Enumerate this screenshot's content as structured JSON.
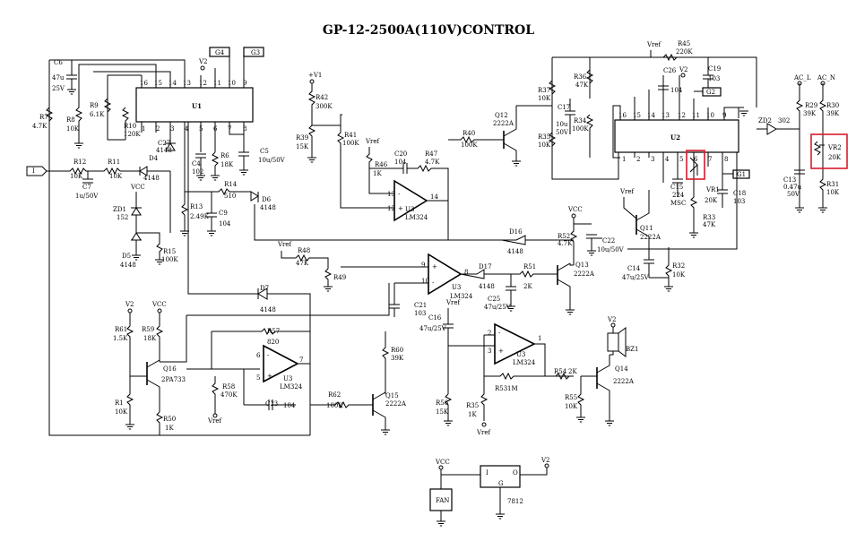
{
  "title": "GP-12-2500A(110V)CONTROL",
  "ics": {
    "u1": "U1",
    "u2": "U2",
    "u3": "U3",
    "lm324": "LM324",
    "reg_in": "I",
    "reg_out": "O",
    "reg_gnd": "G",
    "reg_part": "7812"
  },
  "tags": {
    "g4": "G4",
    "g3": "G3",
    "g2": "G2",
    "g1": "G1",
    "input": "I"
  },
  "rails": {
    "v2": "V2",
    "vcc": "VCC",
    "vref": "Vref",
    "v1": "+V1",
    "ac_l": "AC_L",
    "ac_n": "AC_N"
  },
  "pins": {
    "u1_top": [
      "16",
      "15",
      "14",
      "13",
      "12",
      "11",
      "10",
      "9"
    ],
    "u1_bottom": [
      "1",
      "2",
      "3",
      "4",
      "5",
      "6",
      "7",
      "8"
    ],
    "u2_top": [
      "16",
      "15",
      "14",
      "13",
      "12",
      "11",
      "10",
      "9"
    ],
    "u2_bottom": [
      "1",
      "2",
      "3",
      "4",
      "5",
      "6",
      "7",
      "8"
    ],
    "oa1": [
      "13",
      "12",
      "14"
    ],
    "oa2": [
      "9",
      "10",
      "8"
    ],
    "oa3": [
      "6",
      "5",
      "7"
    ],
    "oa4": [
      "2",
      "3",
      "1"
    ],
    "plus": "+",
    "minus": "-"
  },
  "parts": {
    "c6": "C6",
    "c6v": "47u",
    "c6r": "25V",
    "r7": "R7",
    "r7v": "4.7K",
    "r8": "R8",
    "r8v": "10K",
    "r9": "R9",
    "r9v": "6.1K",
    "r10": "R10",
    "r10v": "120K",
    "c27": "C27",
    "c27v": "4148",
    "c4": "C4",
    "c4v": "102",
    "r6": "R6",
    "r6v": "18K",
    "c5": "C5",
    "c5v": "10u/50V",
    "r12": "R12",
    "r12v": "10K",
    "r11": "R11",
    "r11v": "10K",
    "d4": "D4",
    "d4v": "4148",
    "c7": "C7",
    "c7v": "1u/50V",
    "zd1": "ZD1",
    "zd1v": "152",
    "d5": "D5",
    "d5v": "4148",
    "r15": "R15",
    "r15v": "100K",
    "r14": "R14",
    "r14v": "510",
    "r13": "R13",
    "r13v": "2.49K",
    "c9": "C9",
    "c9v": "104",
    "d6": "D6",
    "d6v": "4148",
    "r42": "R42",
    "r42v": "300K",
    "r39": "R39",
    "r39v": "15K",
    "r41": "R41",
    "r41v": "100K",
    "r46": "R46",
    "r46v": "1K",
    "c20": "C20",
    "c20v": "104",
    "r47": "R47",
    "r47v": "4.7K",
    "r40": "R40",
    "r40v": "100K",
    "q12": "Q12",
    "q12v": "2222A",
    "r37": "R37",
    "r37v": "10K",
    "c17": "C17",
    "c17v": "10u",
    "c17r": "50V",
    "r36": "R36",
    "r36v": "47K",
    "r34": "R34",
    "r34v": "100K",
    "r35": "R35",
    "r35v": "10K",
    "r45": "R45",
    "r45v": "220K",
    "c26": "C26",
    "c26v": "104",
    "c19": "C19",
    "c19v": "103",
    "zd2": "ZD2",
    "zd2v": "302",
    "r29": "R29",
    "r29v": "39K",
    "r30": "R30",
    "r30v": "39K",
    "c13": "C13",
    "c13v": "0.47u",
    "c13r": "50V",
    "vr2": "VR2",
    "vr2v": "20K",
    "r31": "R31",
    "r31v": "10K",
    "c15": "C15",
    "c15v": "224",
    "c15r": "MSC",
    "vr1": "VR1",
    "vr1v": "20K",
    "r33": "R33",
    "r33v": "47K",
    "c18": "C18",
    "c18v": "103",
    "q11": "Q11",
    "q11v": "2222A",
    "r52": "R52",
    "r52v": "4.7K",
    "c22": "C22",
    "c22v": "10u/50V",
    "r32": "R32",
    "r32v": "10K",
    "c14": "C14",
    "c14v": "47u/25V",
    "d16": "D16",
    "d16v": "4148",
    "r48": "R48",
    "r48v": "47K",
    "r49": "R49",
    "d17": "D17",
    "d17v": "4148",
    "r51": "R51",
    "r51v": "2K",
    "q13": "Q13",
    "q13v": "2222A",
    "c21": "C21",
    "c21v": "103",
    "c25": "C25",
    "c25v": "47u/25V",
    "d7": "D7",
    "d7v": "4148",
    "r61": "R61",
    "r61v": "1.5K",
    "r59": "R59",
    "r59v": "18K",
    "r57": "R57",
    "r57v": "820",
    "r60": "R60",
    "r60v": "39K",
    "q16": "Q16",
    "q16v": "2PA733",
    "r58": "R58",
    "r58v": "470K",
    "c23": "C23",
    "c23v": "104",
    "r62": "R62",
    "r62v": "100K",
    "q15": "Q15",
    "q15v": "2222A",
    "r1": "R1",
    "r1v": "10K",
    "r50": "R50",
    "r50v": "1K",
    "c16": "C16",
    "c16v": "47u/25V",
    "r56": "R56",
    "r56v": "15K",
    "r35b": "R35",
    "r35bv": "1K",
    "r53": "R53",
    "r53v": "1M",
    "r54": "R54",
    "r54v": "2K",
    "r55": "R55",
    "r55v": "10K",
    "q14": "Q14",
    "q14v": "2222A",
    "bz1": "BZ1",
    "fan": "FAN"
  },
  "highlight_color": "#d81b2c"
}
